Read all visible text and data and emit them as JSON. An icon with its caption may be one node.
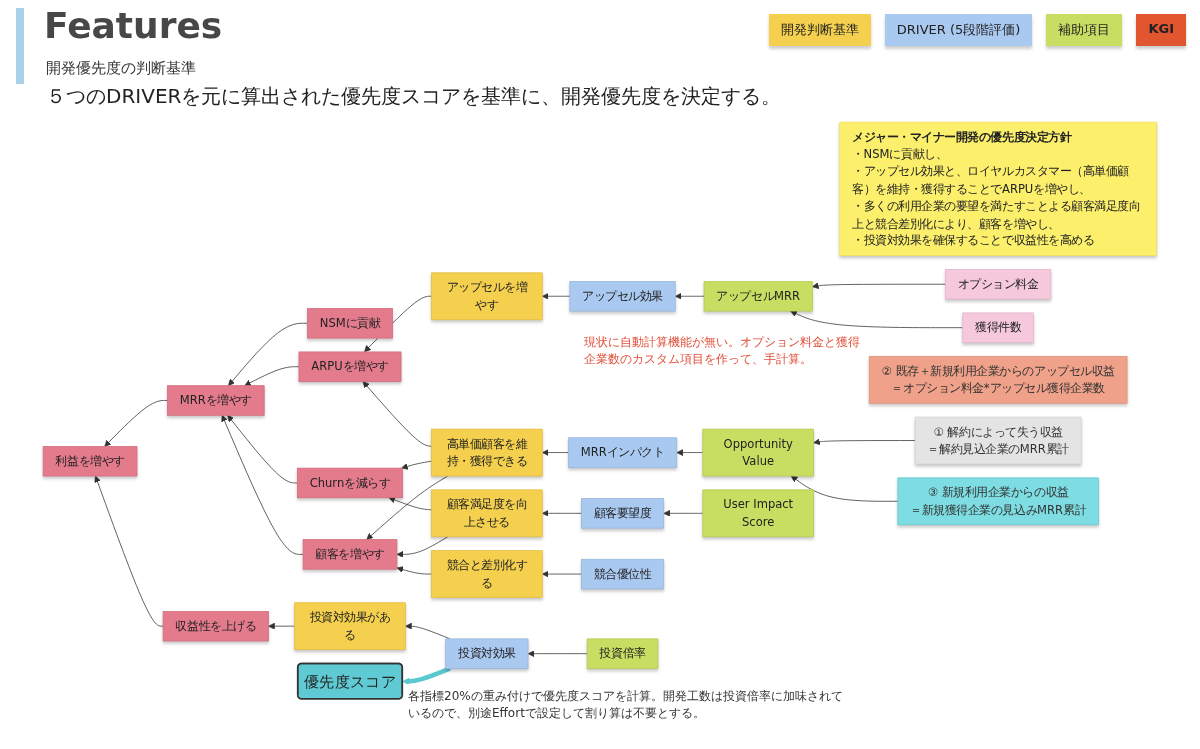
{
  "diagram": {
    "title": "Features",
    "nodes": [
      {
        "text": [
          "メジャー・マイナー開発の優先度決定方針",
          "・NSMに貢献し、",
          "・アップセル効果と、ロイヤルカスタマー（高単価顧客）を維持・獲得することでARPUを増やし、",
          "・多くの利用企業の要望を満たすことよる顧客満足度向上と競合差別化により、顧客を増やし、",
          "・投資対効果を確保することで収益性を高める"
        ]
      },
      {
        "text": [
          "NSMに貢献"
        ]
      },
      {
        "text": [
          "高単価顧客を維持・獲得できる"
        ]
      },
      {
        "text": [
          "MRRインパクト"
        ]
      },
      {
        "text": [
          "Opportunity Value"
        ]
      },
      {
        "text": [
          "① 解約によって失う収益",
          "＝解約見込企業のMRR累計"
        ]
      },
      {
        "text": [
          "③ 新規利用企業からの収益",
          "＝新規獲得企業の見込みMRR累計"
        ]
      },
      {
        "text": [
          "ARPUを増やす"
        ]
      },
      {
        "text": [
          "MRRを増やす"
        ]
      },
      {
        "text": [
          "アップセルを増やす"
        ]
      },
      {
        "text": [
          "アップセル効果"
        ]
      },
      {
        "text": [
          "アップセルMRR"
        ]
      },
      {
        "text": [
          "② 既存＋新規利用企業からのアップセル収益",
          "＝オプション料金*アップセル獲得企業数"
        ]
      },
      {
        "text": [
          "オプション料金"
        ]
      },
      {
        "text": [
          "獲得件数"
        ]
      },
      {
        "text": [
          "Churnを減らす"
        ]
      },
      {
        "text": [
          "利益を増やす"
        ]
      },
      {
        "text": [
          "顧客を増やす"
        ]
      },
      {
        "text": [
          "顧客満足度を向上させる"
        ]
      },
      {
        "text": [
          "顧客要望度"
        ]
      },
      {
        "text": [
          "User Impact Score"
        ]
      },
      {
        "text": [
          "競合と差別化する"
        ]
      },
      {
        "text": [
          "競合優位性"
        ]
      },
      {
        "text": [
          "収益性を上げる"
        ]
      },
      {
        "text": [
          "投資対効果がある"
        ]
      },
      {
        "text": [
          "投資対効果"
        ]
      },
      {
        "text": [
          "投資倍率"
        ]
      },
      {
        "text": [
          "優先度スコア"
        ],
        "beside": [
          "各指標20%の重み付けで優先度スコアを計算。開発工数は投資倍率に加味されているので、別途Effortで設定して割り算は不要とする。"
        ]
      }
    ],
    "edges": [
      {
        "from": 1,
        "to": 8,
        "arrow": "to"
      },
      {
        "from": 7,
        "to": 8,
        "arrow": "to"
      },
      {
        "from": 15,
        "to": 8,
        "arrow": "to"
      },
      {
        "from": 17,
        "to": 8,
        "arrow": "to"
      },
      {
        "from": 8,
        "to": 16,
        "arrow": "to"
      },
      {
        "from": 23,
        "to": 16,
        "arrow": "to"
      },
      {
        "from": 2,
        "to": 7,
        "arrow": "to"
      },
      {
        "from": 9,
        "to": 7,
        "arrow": "to"
      },
      {
        "from": 2,
        "to": 15,
        "arrow": "to"
      },
      {
        "from": 18,
        "to": 15,
        "arrow": "to"
      },
      {
        "from": 2,
        "to": 17,
        "arrow": "to"
      },
      {
        "from": 18,
        "to": 17,
        "arrow": "to"
      },
      {
        "from": 21,
        "to": 17,
        "arrow": "to"
      },
      {
        "from": 24,
        "to": 23,
        "arrow": "to"
      },
      {
        "from": 3,
        "to": 2,
        "arrow": "to"
      },
      {
        "from": 4,
        "to": 3,
        "arrow": "to"
      },
      {
        "from": 5,
        "to": 4,
        "arrow": "to"
      },
      {
        "from": 6,
        "to": 4,
        "arrow": "to"
      },
      {
        "from": 10,
        "to": 9,
        "arrow": "to"
      },
      {
        "from": 11,
        "to": 10,
        "arrow": "to"
      },
      {
        "from": 13,
        "to": 11,
        "arrow": "to"
      },
      {
        "from": 14,
        "to": 11,
        "arrow": "to"
      },
      {
        "from": 19,
        "to": 18,
        "arrow": "to"
      },
      {
        "from": 20,
        "to": 19,
        "arrow": "to"
      },
      {
        "from": 22,
        "to": 21,
        "arrow": "to"
      },
      {
        "from": 25,
        "to": 24,
        "arrow": "to"
      },
      {
        "from": 26,
        "to": 25,
        "arrow": "to"
      },
      {
        "from": 25,
        "to": 27,
        "arrow": "to",
        "style": "thick",
        "color": "#5bc8d0"
      }
    ],
    "labels": [
      "開発優先度の判断基準",
      "５つのDRIVERを元に算出された優先度スコアを基準に、開発優先度を決定する。",
      "現状に自動計算機能が無い。オプション料金と獲得企業数のカスタム項目を作って、手計算。"
    ],
    "legend": [
      {
        "text": "開発判断基準",
        "color": "#f4d04e"
      },
      {
        "text": "DRIVER (5段階評価)",
        "color": "#a9c9f1"
      },
      {
        "text": "補助項目",
        "color": "#c8de62"
      },
      {
        "text": "KGI",
        "color": "#e1552f"
      }
    ]
  }
}
